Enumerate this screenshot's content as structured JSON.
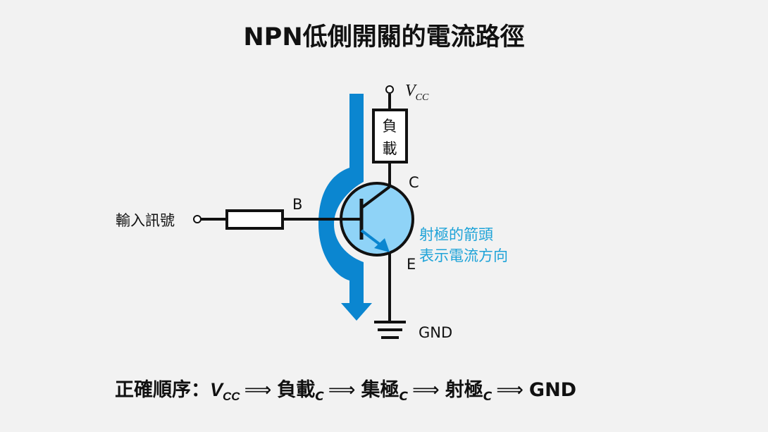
{
  "title": "NPN低側開關的電流路徑",
  "diagram": {
    "vcc_label": "V",
    "vcc_subscript": "CC",
    "load_label": [
      "負",
      "載"
    ],
    "input_label": "輸入訊號",
    "base_label": "B",
    "collector_label": "C",
    "emitter_label": "E",
    "gnd_label": "GND",
    "note_line1": "射極的箭頭",
    "note_line2": "表示電流方向",
    "colors": {
      "current_arrow": "#0b86d0",
      "transistor_fill": "#8fd3f7",
      "note_text": "#1ea3d8",
      "wire": "#111111"
    }
  },
  "sequence": {
    "prefix": "正確順序：",
    "vcc": "V",
    "vcc_sub": "CC",
    "arrow": "⟹",
    "step2": "負載",
    "step2_sub": "C",
    "step3": "集極",
    "step3_sub": "C",
    "step4": "射極",
    "step4_sub": "C",
    "step5": "GND"
  }
}
